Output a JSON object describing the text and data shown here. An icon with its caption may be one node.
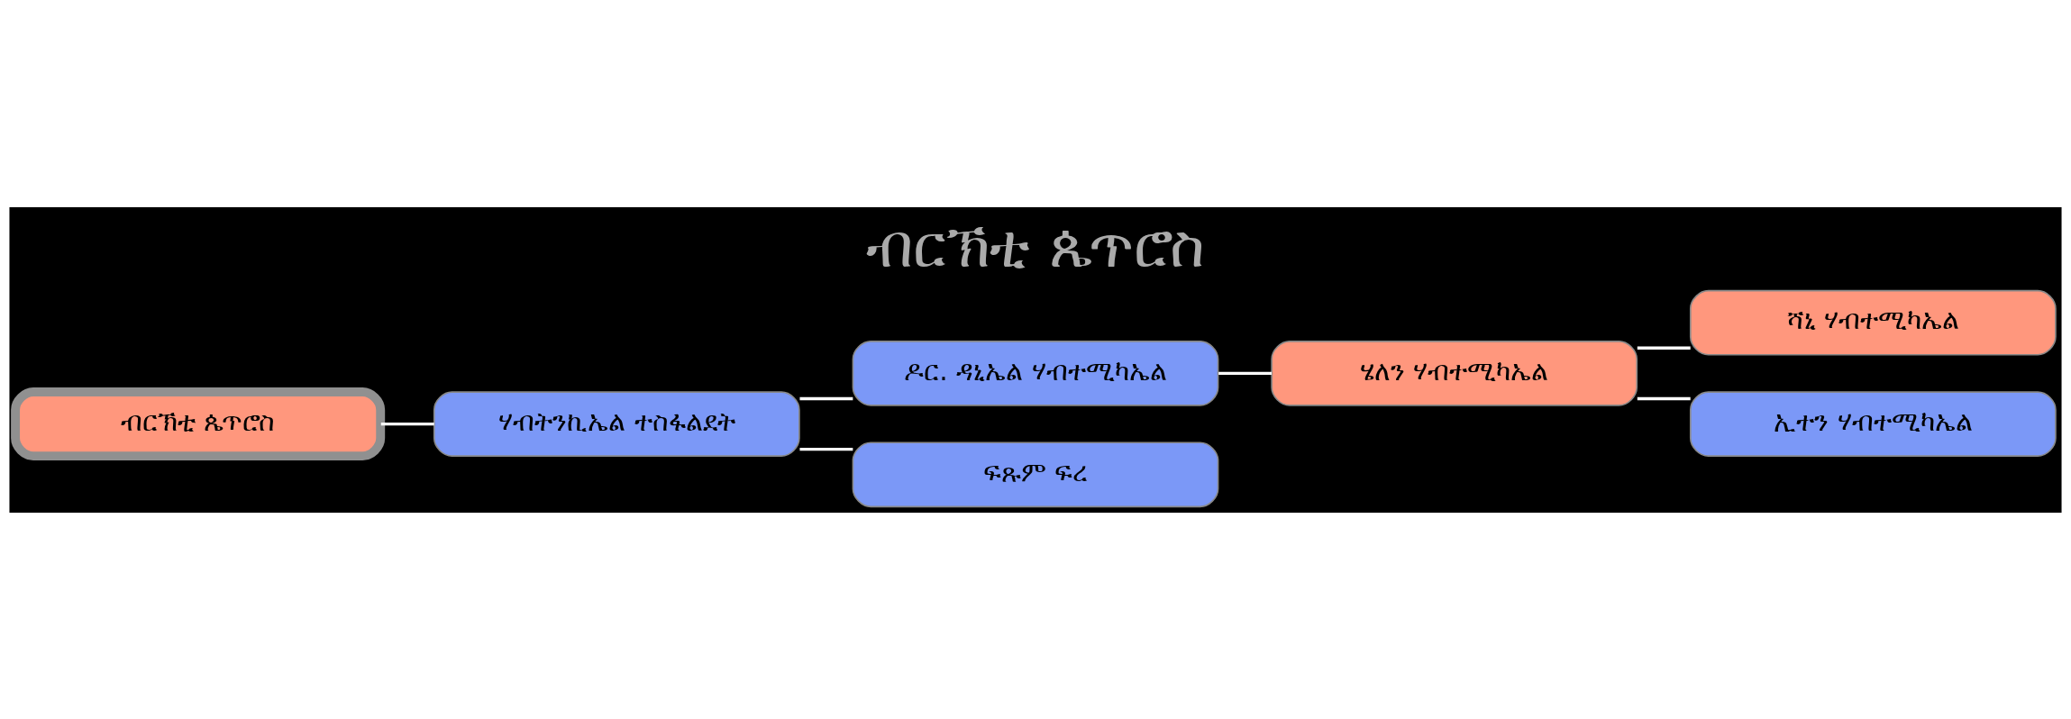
{
  "diagram": {
    "title": "ብርኽቲ ጴጥሮስ",
    "nodes": [
      {
        "text": [
          "ብርኽቲ ጴጥሮስ"
        ]
      },
      {
        "text": [
          "ሃብትንኪኤል ተስፋልደት"
        ]
      },
      {
        "text": [
          "ዶር. ዳኒኤል ሃብተሚካኤል"
        ]
      },
      {
        "text": [
          "ሄለን ሃብተሚካኤል"
        ]
      },
      {
        "text": [
          "ፍጹም ፍረ"
        ]
      },
      {
        "text": [
          "ሻኒ ሃብተሚካኤል"
        ]
      },
      {
        "text": [
          "ኢተን ሃብተሚካኤል"
        ]
      }
    ],
    "edges": [
      {
        "from": 0,
        "to": 1,
        "arrow": "none"
      },
      {
        "from": 1,
        "to": 2,
        "arrow": "none"
      },
      {
        "from": 1,
        "to": 4,
        "arrow": "none"
      },
      {
        "from": 2,
        "to": 3,
        "arrow": "none"
      },
      {
        "from": 3,
        "to": 5,
        "arrow": "none"
      },
      {
        "from": 3,
        "to": 6,
        "arrow": "none"
      }
    ]
  }
}
